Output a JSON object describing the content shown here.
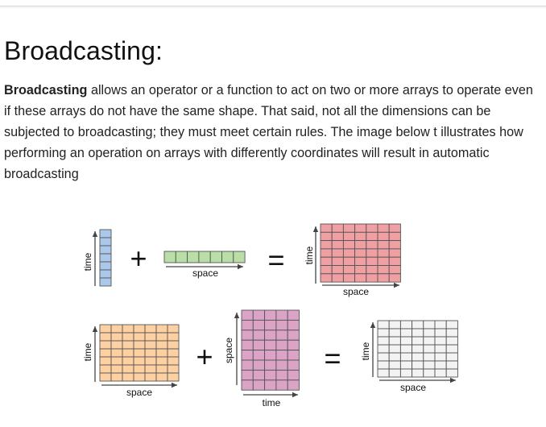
{
  "document": {
    "title": "Broadcasting:",
    "paragraph": {
      "bold_lead": "Broadcasting",
      "text": " allows an operator or a function to act on two or more arrays to operate even if these arrays do not have the same shape. That said, not all the dimensions can be subjected to broadcasting; they must meet certain rules. The image below t illustrates how performing an operation on arrays with differently coordinates will result in automatic broadcasting"
    }
  },
  "figure": {
    "operators": {
      "plus": "+",
      "equals": "="
    },
    "labels": {
      "time": "time",
      "space": "space"
    },
    "colors": {
      "blue": "#a9c8ea",
      "green": "#b9dfa6",
      "red": "#f0a0a3",
      "orange": "#fdd0a2",
      "purple": "#dba4c7",
      "gray": "#f3f3f3",
      "grid_line": "#555555",
      "arrow": "#444444"
    }
  }
}
